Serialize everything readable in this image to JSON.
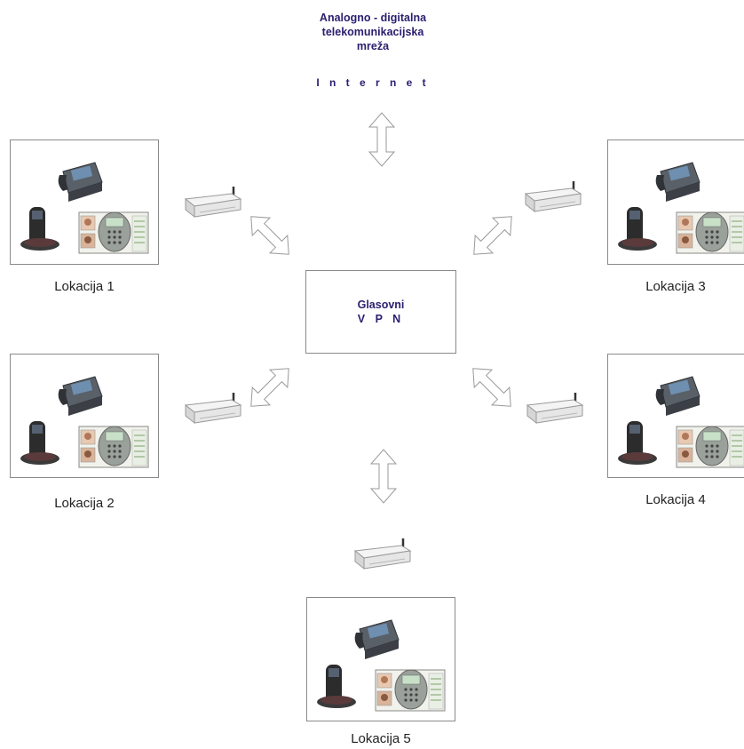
{
  "network": {
    "title_line1": "Analogno - digitalna",
    "title_line2": "telekomunikacijska",
    "title_line3": "mreža",
    "internet": "I n t e r n e t"
  },
  "vpn": {
    "line1": "Glasovni",
    "line2": "V P N"
  },
  "locations": [
    {
      "label": "Lokacija 1"
    },
    {
      "label": "Lokacija 3"
    },
    {
      "label": "Lokacija 2"
    },
    {
      "label": "Lokacija 4"
    },
    {
      "label": "Lokacija 5"
    }
  ],
  "colors": {
    "title": "#2b2070",
    "box_border": "#8a8a8a",
    "arrow_stroke": "#9a9a9a"
  },
  "icons": [
    "desk-phone-icon",
    "cordless-phone-icon",
    "softphone-icon",
    "router-icon",
    "double-arrow-icon"
  ]
}
